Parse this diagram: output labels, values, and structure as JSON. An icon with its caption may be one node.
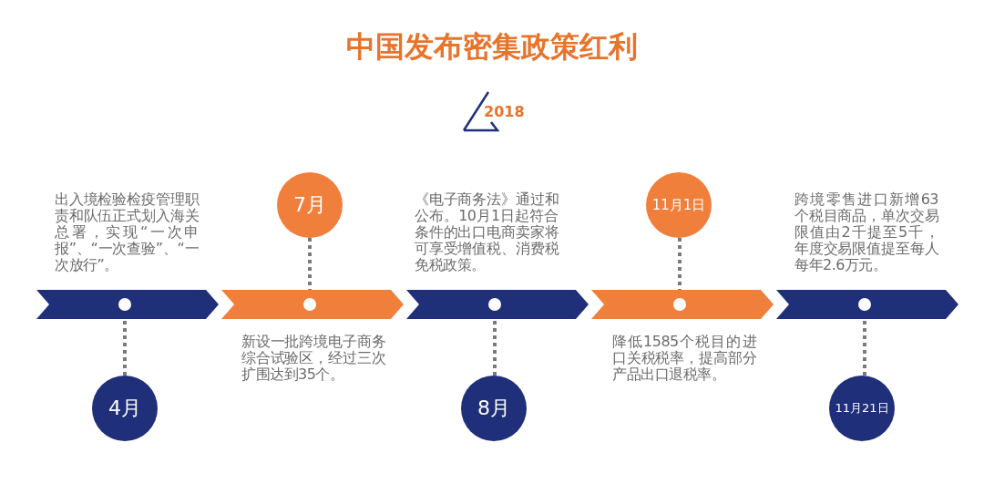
{
  "diagram": {
    "title": "中国发布密集政策红利",
    "nodes": [
      {
        "text": [
          "4月"
        ]
      },
      {
        "text": [
          "7月"
        ]
      },
      {
        "text": [
          "8月"
        ]
      },
      {
        "text": [
          "11月1日"
        ]
      },
      {
        "text": [
          "11月21日"
        ]
      },
      {
        "text": [],
        "shape": "bar"
      },
      {
        "text": [],
        "shape": "bar"
      },
      {
        "text": [],
        "shape": "bar"
      },
      {
        "text": [],
        "shape": "bar"
      },
      {
        "text": [],
        "shape": "bar"
      }
    ],
    "edges": [
      {
        "from": 0,
        "to": 5,
        "arrow": "none",
        "style": "dashed"
      },
      {
        "from": 1,
        "to": 6,
        "arrow": "none",
        "style": "dashed"
      },
      {
        "from": 2,
        "to": 7,
        "arrow": "none",
        "style": "dashed"
      },
      {
        "from": 3,
        "to": 8,
        "arrow": "none",
        "style": "dashed"
      },
      {
        "from": 4,
        "to": 9,
        "arrow": "none",
        "style": "dashed"
      }
    ],
    "labels": [
      "2018",
      "出入境检验检疫管理职责和队伍正式划入海关总署，实现“一次申报”、“一次查验”、“一次放行”。",
      "《电子商务法》通过和公布。10月1日起符合条件的出口电商卖家将可享受增值税、消费税免税政策。",
      "跨境零售进口新增63个税目商品，单次交易限值由2千提至5千，年度交易限值提至每人每年2.6万元。",
      "新设一批跨境电子商务综合试验区，经过三次扩围达到35个。",
      "降低1585个税目的进口关税税率，提高部分产品出口退税率。"
    ]
  }
}
